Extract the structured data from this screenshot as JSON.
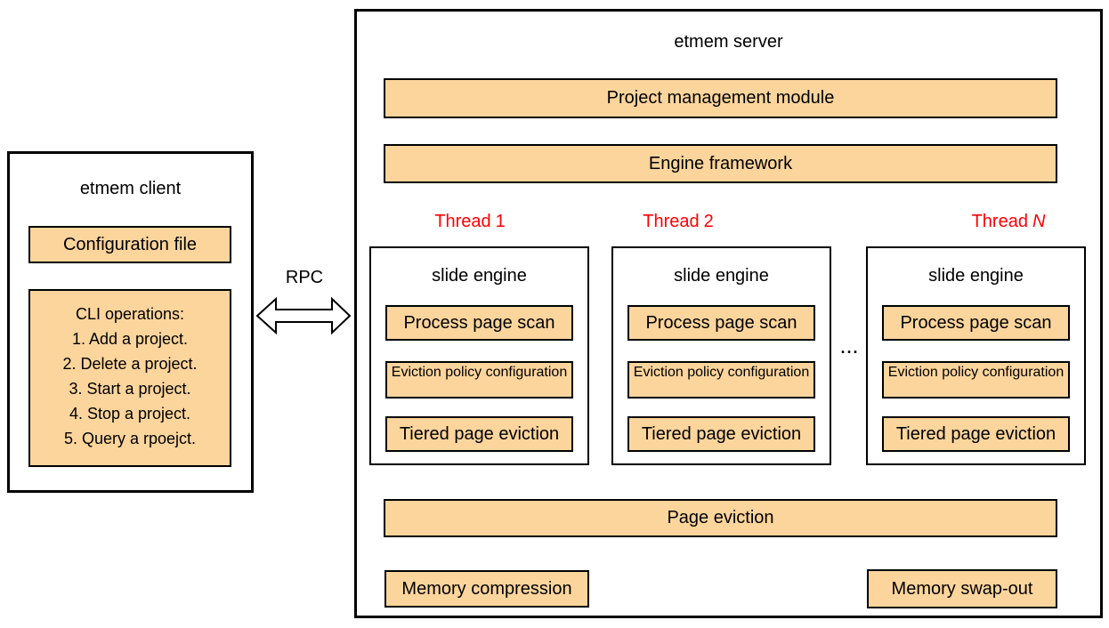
{
  "colors": {
    "box_fill": "#FCD59C",
    "box_border": "#000000",
    "thread_label": "#FF0000",
    "background": "#FFFFFF"
  },
  "rpc": {
    "label": "RPC"
  },
  "client": {
    "title": "etmem client",
    "config_box": "Configuration file",
    "cli": {
      "heading": "CLI operations:",
      "items": [
        "1. Add a project.",
        "2. Delete a project.",
        "3. Start a project.",
        "4. Stop a project.",
        "5. Query a rpoejct."
      ]
    }
  },
  "server": {
    "title": "etmem server",
    "project_management": "Project management module",
    "engine_framework": "Engine framework",
    "threads": [
      {
        "prefix": "Thread",
        "num": "1"
      },
      {
        "prefix": "Thread",
        "num": "2"
      },
      {
        "prefix": "Thread",
        "num": "N"
      }
    ],
    "engines": [
      {
        "title": "slide engine",
        "scan": "Process page scan",
        "policy": "Eviction policy configuration",
        "tiered": "Tiered page eviction"
      },
      {
        "title": "slide engine",
        "scan": "Process page scan",
        "policy": "Eviction policy configuration",
        "tiered": "Tiered page eviction"
      },
      {
        "title": "slide engine",
        "scan": "Process page scan",
        "policy": "Eviction policy configuration",
        "tiered": "Tiered page eviction"
      }
    ],
    "ellipsis": "...",
    "page_eviction": "Page eviction",
    "memory_compression": "Memory compression",
    "memory_swap_out": "Memory swap-out"
  }
}
